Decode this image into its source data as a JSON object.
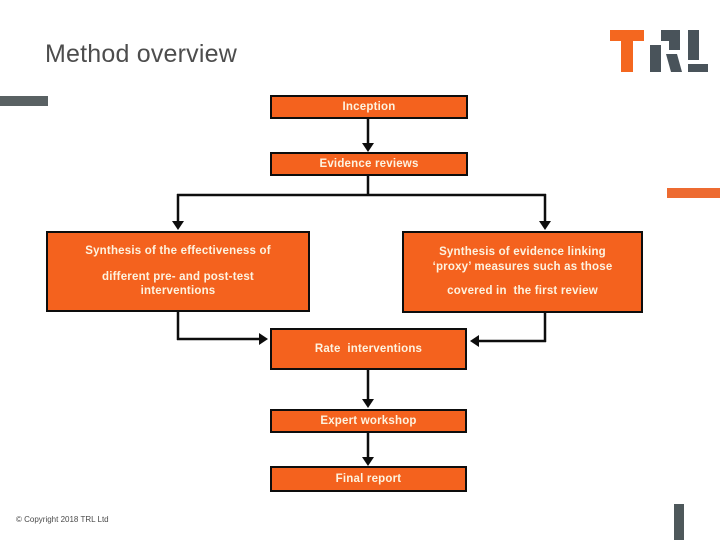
{
  "slide": {
    "title": "Method overview",
    "copyright": "© Copyright 2018 TRL Ltd",
    "logo_text": "TRL"
  },
  "colors": {
    "node_fill": "#f4621e",
    "node_border": "#0d0d0d",
    "node_text": "#fdf3e0",
    "logo_orange": "#f4671f",
    "logo_gray": "#49535a",
    "accent_orange_bar": "#ed6b31",
    "accent_gray_bar": "#596163",
    "accent_dark_bar": "#4e585b",
    "title_color": "#4d4d4d"
  },
  "flowchart": {
    "nodes": {
      "inception": {
        "label": "Inception"
      },
      "evidence_reviews": {
        "label": "Evidence reviews"
      },
      "synthesis_effectiveness": {
        "line1": "Synthesis of the effectiveness of",
        "line2": "different pre- and post-test",
        "line3": "interventions"
      },
      "synthesis_proxy": {
        "line1": "Synthesis of evidence linking",
        "line2": "‘proxy’ measures such as those",
        "line3": "covered in  the first review"
      },
      "rate_interventions": {
        "label": "Rate  interventions"
      },
      "expert_workshop": {
        "label": "Expert workshop"
      },
      "final_report": {
        "label": "Final report"
      }
    }
  }
}
